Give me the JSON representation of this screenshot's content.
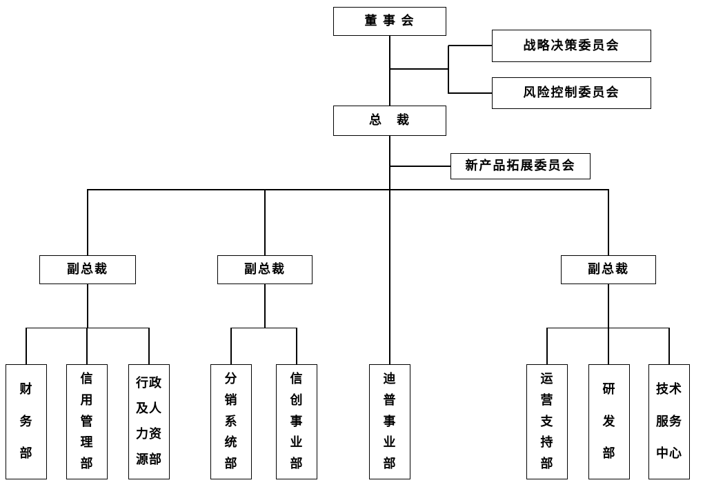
{
  "diagram": {
    "type": "org-chart",
    "colors": {
      "background": "#ffffff",
      "line": "#000000",
      "box_border": "#000000",
      "text": "#000000"
    },
    "nodes": {
      "board": {
        "label": "董 事 会"
      },
      "strategy_committee": {
        "label": "战略决策委员会"
      },
      "risk_committee": {
        "label": "风险控制委员会"
      },
      "president": {
        "label": "总　裁"
      },
      "new_product_committee": {
        "label": "新产品拓展委员会"
      },
      "vp_left": {
        "label": "副总裁"
      },
      "vp_middle": {
        "label": "副总裁"
      },
      "vp_right": {
        "label": "副总裁"
      },
      "dept_finance": {
        "label": "财\n务\n部"
      },
      "dept_credit": {
        "label": "信\n用\n管\n理\n部"
      },
      "dept_admin_hr": {
        "label": "行政\n及人\n力资\n源部"
      },
      "dept_distribution": {
        "label": "分\n销\n系\n统\n部"
      },
      "dept_xinchuang": {
        "label": "信\n创\n事\n业\n部"
      },
      "dept_dipu": {
        "label": "迪\n普\n事\n业\n部"
      },
      "dept_operations": {
        "label": "运\n营\n支\n持\n部"
      },
      "dept_rnd": {
        "label": "研\n发\n部"
      },
      "tech_service_center": {
        "label": "技术\n服务\n中心"
      }
    },
    "edges": [
      {
        "from": "board",
        "to": "president"
      },
      {
        "from": "board",
        "to": "strategy_committee"
      },
      {
        "from": "board",
        "to": "risk_committee"
      },
      {
        "from": "president",
        "to": "new_product_committee"
      },
      {
        "from": "president",
        "to": "vp_left"
      },
      {
        "from": "president",
        "to": "vp_middle"
      },
      {
        "from": "president",
        "to": "dept_dipu"
      },
      {
        "from": "president",
        "to": "vp_right"
      },
      {
        "from": "vp_left",
        "to": "dept_finance"
      },
      {
        "from": "vp_left",
        "to": "dept_credit"
      },
      {
        "from": "vp_left",
        "to": "dept_admin_hr"
      },
      {
        "from": "vp_middle",
        "to": "dept_distribution"
      },
      {
        "from": "vp_middle",
        "to": "dept_xinchuang"
      },
      {
        "from": "vp_right",
        "to": "dept_operations"
      },
      {
        "from": "vp_right",
        "to": "dept_rnd"
      },
      {
        "from": "vp_right",
        "to": "tech_service_center"
      }
    ]
  }
}
